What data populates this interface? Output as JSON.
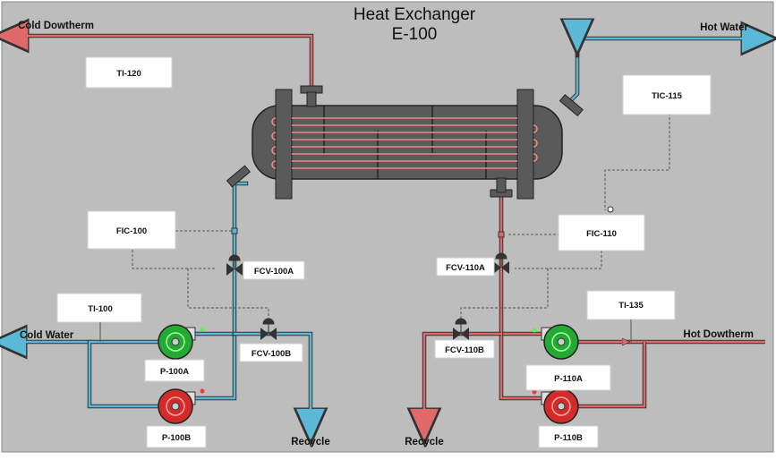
{
  "title": {
    "line1": "Heat Exchanger",
    "line2": "E-100"
  },
  "streams": {
    "cold_dowtherm": "Cold Dowtherm",
    "hot_water": "Hot Water",
    "cold_water": "Cold Water",
    "hot_dowtherm": "Hot Dowtherm",
    "recycle_left": "Recycle",
    "recycle_right": "Recycle"
  },
  "instruments": {
    "ti_120": "TI-120",
    "tic_115": "TIC-115",
    "fic_100": "FIC-100",
    "fic_110": "FIC-110",
    "ti_100": "TI-100",
    "ti_135": "TI-135"
  },
  "valves": {
    "fcv_100a": "FCV-100A",
    "fcv_100b": "FCV-100B",
    "fcv_110a": "FCV-110A",
    "fcv_110b": "FCV-110B"
  },
  "pumps": {
    "p_100a": "P-100A",
    "p_100b": "P-100B",
    "p_110a": "P-110A",
    "p_110b": "P-110B"
  },
  "colors": {
    "background": "#bdbdbd",
    "cold_pipe": "#5bb8d6",
    "hot_pipe": "#e06a6a",
    "vessel": "#5a5a5a",
    "pump_running": "#22aa33",
    "pump_stopped": "#d42a2a"
  }
}
